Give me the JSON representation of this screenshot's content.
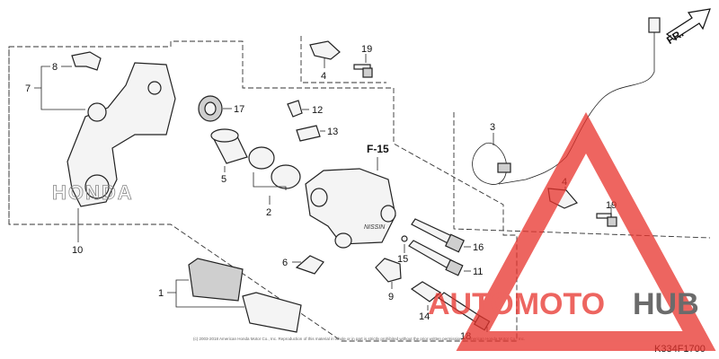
{
  "diagram": {
    "code": "K334F1700",
    "direction_label": "FR.",
    "ref_label": "F-15",
    "callouts": [
      "1",
      "2",
      "3",
      "4",
      "4",
      "5",
      "6",
      "7",
      "8",
      "9",
      "10",
      "11",
      "12",
      "13",
      "14",
      "15",
      "16",
      "17",
      "18",
      "19",
      "19"
    ],
    "copyright": "(c) 2003-2018 American Honda Motor Co., Inc. Reproduction of this material in whole or in part is strictly prohibited without the prior written permission of American Honda Motor Co., Inc.",
    "caliper_mark": "NISSIN",
    "bracket_mark": "HONDA"
  },
  "watermark": {
    "text_red": "AUTOMOTO",
    "text_dark": "HUB",
    "color_red": "#e8322b",
    "color_dark": "#3a3a3a"
  }
}
